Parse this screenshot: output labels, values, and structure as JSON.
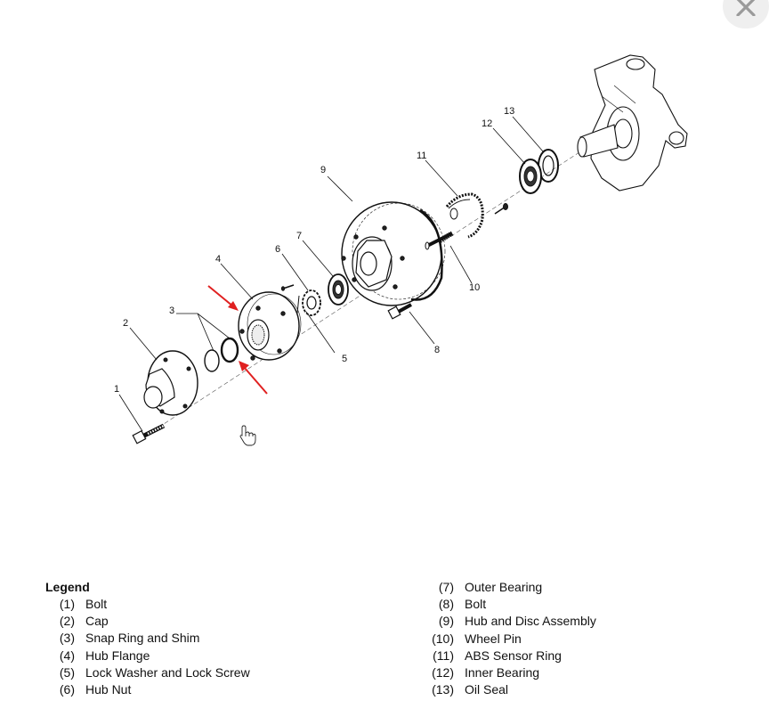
{
  "window": {
    "close_icon": "close-icon"
  },
  "diagram": {
    "callouts": [
      "1",
      "2",
      "3",
      "4",
      "5",
      "6",
      "7",
      "8",
      "9",
      "10",
      "11",
      "12",
      "13"
    ],
    "annotation_color": "#e02020",
    "cursor_icon": "hand-pointer-icon"
  },
  "legend": {
    "title": "Legend",
    "left_items": [
      {
        "num": "(1)",
        "label": "Bolt"
      },
      {
        "num": "(2)",
        "label": "Cap"
      },
      {
        "num": "(3)",
        "label": "Snap Ring and Shim"
      },
      {
        "num": "(4)",
        "label": "Hub Flange"
      },
      {
        "num": "(5)",
        "label": "Lock Washer and Lock Screw"
      },
      {
        "num": "(6)",
        "label": "Hub Nut"
      }
    ],
    "right_items": [
      {
        "num": "(7)",
        "label": "Outer Bearing"
      },
      {
        "num": "(8)",
        "label": "Bolt"
      },
      {
        "num": "(9)",
        "label": "Hub and Disc Assembly"
      },
      {
        "num": "(10)",
        "label": "Wheel Pin"
      },
      {
        "num": "(11)",
        "label": "ABS Sensor Ring"
      },
      {
        "num": "(12)",
        "label": "Inner Bearing"
      },
      {
        "num": "(13)",
        "label": "Oil Seal"
      }
    ]
  }
}
